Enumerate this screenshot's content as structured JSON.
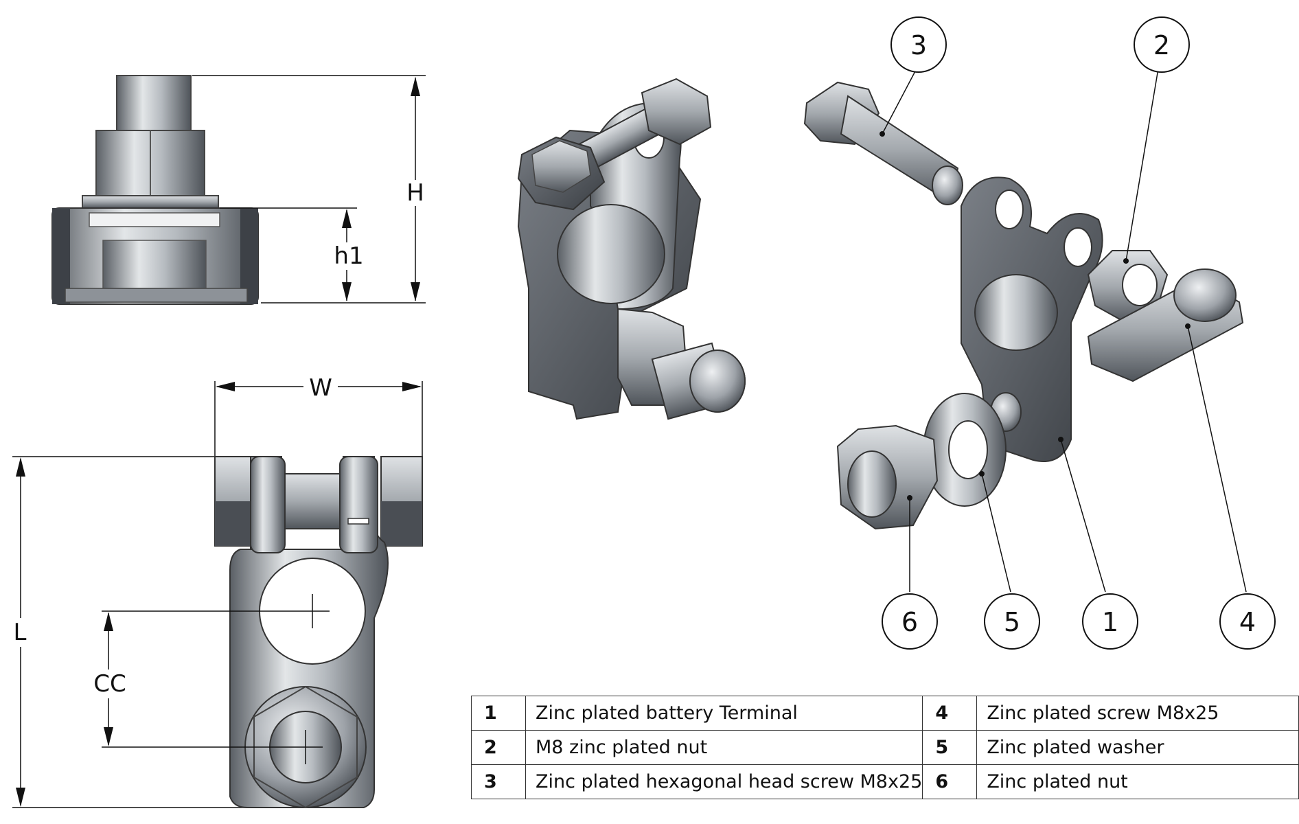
{
  "dimensions": {
    "H": "H",
    "h1": "h1",
    "W": "W",
    "L": "L",
    "CC": "CC"
  },
  "callouts": [
    "3",
    "2",
    "6",
    "5",
    "1",
    "4"
  ],
  "parts_table": {
    "rows": [
      {
        "left_num": "1",
        "left_desc": "Zinc plated battery Terminal",
        "right_num": "4",
        "right_desc": "Zinc plated screw M8x25"
      },
      {
        "left_num": "2",
        "left_desc": "M8 zinc plated nut",
        "right_num": "5",
        "right_desc": "Zinc plated washer"
      },
      {
        "left_num": "3",
        "left_desc": "Zinc plated hexagonal head screw M8x25",
        "right_num": "6",
        "right_desc": "Zinc plated nut"
      }
    ]
  },
  "colors": {
    "metal_light": "#d9dcdf",
    "metal_mid": "#9aa0a6",
    "metal_dark": "#4b5056",
    "line": "#111111"
  }
}
